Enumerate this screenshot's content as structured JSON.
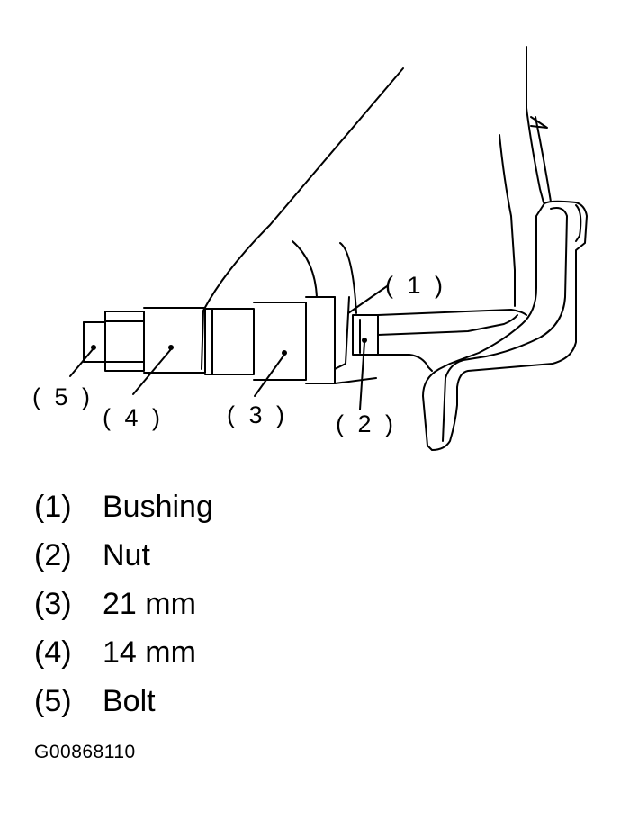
{
  "callouts": [
    {
      "id": "1",
      "label": "( 1 )"
    },
    {
      "id": "2",
      "label": "( 2 )"
    },
    {
      "id": "3",
      "label": "( 3 )"
    },
    {
      "id": "4",
      "label": "( 4 )"
    },
    {
      "id": "5",
      "label": "( 5 )"
    }
  ],
  "legend": [
    {
      "num": "(1)",
      "text": "Bushing"
    },
    {
      "num": "(2)",
      "text": "Nut"
    },
    {
      "num": "(3)",
      "text": "21 mm"
    },
    {
      "num": "(4)",
      "text": "14 mm"
    },
    {
      "num": "(5)",
      "text": "Bolt"
    }
  ],
  "figure_id": "G00868110"
}
